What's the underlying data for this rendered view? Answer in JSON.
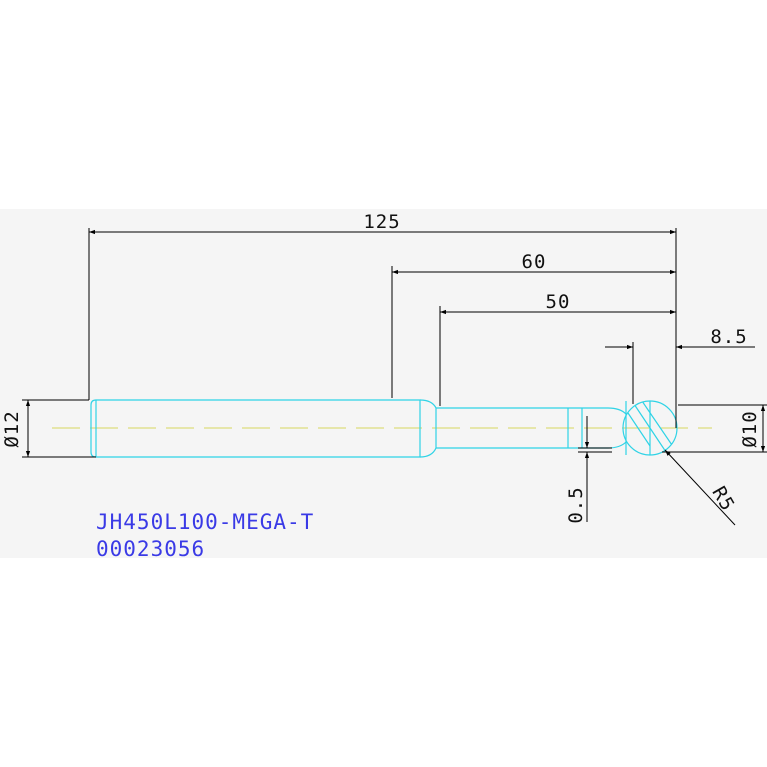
{
  "colors": {
    "background": "#ffffff",
    "drawing_area": "#f5f5f5",
    "outline": "#2fd3e6",
    "centerline": "#d8d860",
    "dimension": "#000000",
    "label": "#3a3ae6"
  },
  "dimensions": {
    "overall_length": "125",
    "neck_length": "60",
    "reach_length": "50",
    "ball_offset": "8.5",
    "shank_diameter": "Ø12",
    "head_diameter": "Ø10",
    "neck_clearance": "0.5",
    "ball_radius": "R5"
  },
  "part": {
    "code": "JH450L100-MEGA-T",
    "serial": "00023056"
  }
}
